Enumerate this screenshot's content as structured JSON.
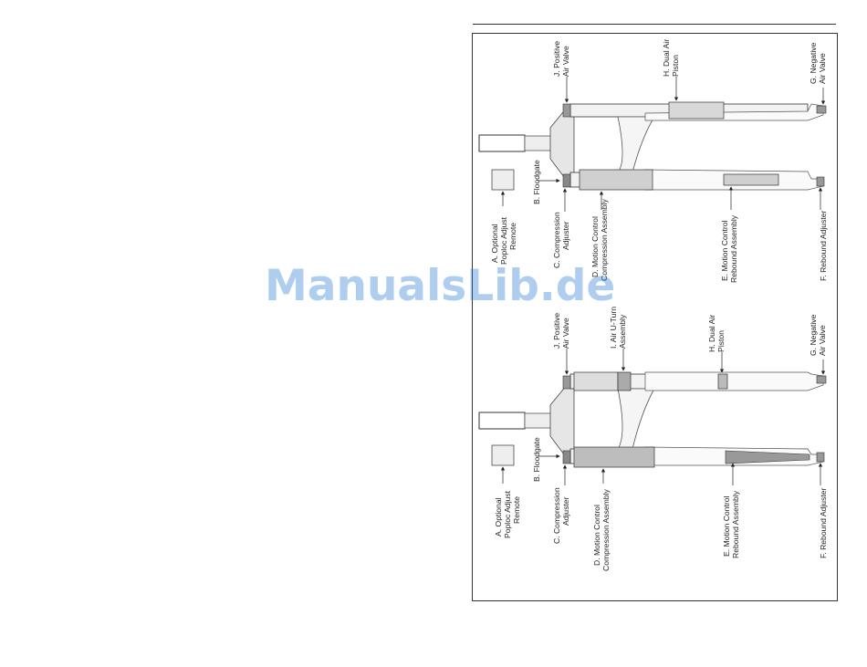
{
  "watermark": "ManualsLib.de",
  "top_diagram": {
    "labels": {
      "j": [
        "J. Positive",
        "Air Valve"
      ],
      "h": [
        "H. Dual Air",
        "Piston"
      ],
      "g": [
        "G. Negative",
        "Air Valve"
      ],
      "b": [
        "B. Floodgate"
      ],
      "a": [
        "A. Optional",
        "Poploc Adjust",
        "Remote"
      ],
      "c": [
        "C. Compression",
        "Adjuster"
      ],
      "d": [
        "D. Motion Control",
        "Compression Assembly"
      ],
      "e": [
        "E. Motion Control",
        "Rebound Assembly"
      ],
      "f": [
        "F. Rebound Adjuster"
      ]
    }
  },
  "bottom_diagram": {
    "labels": {
      "j": [
        "J. Positive",
        "Air Valve"
      ],
      "i": [
        "I. Air U-Turn",
        "Assembly"
      ],
      "h": [
        "H. Dual Air",
        "Piston"
      ],
      "g": [
        "G. Negative",
        "Air Valve"
      ],
      "b": [
        "B. Floodgate"
      ],
      "a": [
        "A. Optional",
        "Poploc Adjust",
        "Remote"
      ],
      "c": [
        "C. Compression",
        "Adjuster"
      ],
      "d": [
        "D. Motion Control",
        "Compression Assembly"
      ],
      "e": [
        "E. Motion Control",
        "Rebound Assembly"
      ],
      "f": [
        "F. Rebound Adjuster"
      ]
    }
  }
}
